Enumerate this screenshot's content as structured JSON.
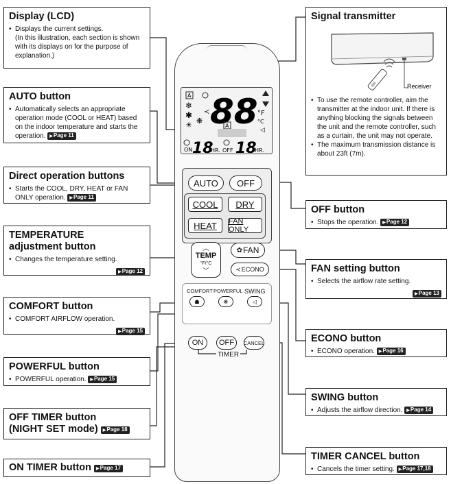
{
  "boxes": {
    "display": {
      "title": "Display (LCD)",
      "lines": [
        "Displays the current settings.\n(In this illustration, each section is shown with its displays on for the purpose of explanation.)"
      ]
    },
    "auto": {
      "title": "AUTO button",
      "text": "Automatically selects an appropriate operation mode (COOL or HEAT) based on the indoor temperature and starts the operation.",
      "page": "Page 11"
    },
    "direct": {
      "title": "Direct operation buttons",
      "text": "Starts the COOL, DRY, HEAT or FAN ONLY operation.",
      "page": "Page 11"
    },
    "temp": {
      "title_l1": "TEMPERATURE",
      "title_l2": "adjustment button",
      "text": "Changes the temperature setting.",
      "page": "Page 12"
    },
    "comfort": {
      "title": "COMFORT button",
      "text": "COMFORT AIRFLOW operation.",
      "page": "Page 15"
    },
    "powerful": {
      "title": "POWERFUL button",
      "text": "POWERFUL operation.",
      "page": "Page 15"
    },
    "offtimer": {
      "title_l1": "OFF TIMER button",
      "title_l2": "(NIGHT SET mode)",
      "page": "Page 18"
    },
    "ontimer": {
      "title": "ON TIMER button",
      "page": "Page 17"
    },
    "signal": {
      "title": "Signal transmitter",
      "receiver": "Receiver",
      "text1": "To use the remote controller, aim the transmitter at the indoor unit. If there is anything blocking the signals between the unit and the remote controller, such as a curtain, the unit may not operate.",
      "text2": "The maximum transmission distance is about 23ft (7m)."
    },
    "off": {
      "title": "OFF button",
      "text": "Stops the operation.",
      "page": "Page 12"
    },
    "fan": {
      "title": "FAN setting button",
      "text": "Selects the airflow rate setting.",
      "page": "Page 13"
    },
    "econo": {
      "title": "ECONO button",
      "text": "ECONO operation.",
      "page": "Page 16"
    },
    "swing": {
      "title": "SWING button",
      "text": "Adjusts the airflow direction.",
      "page": "Page 14"
    },
    "cancel": {
      "title": "TIMER CANCEL button",
      "text": "Cancels the timer setting.",
      "page": "Page 17,18"
    }
  },
  "remote": {
    "auto": "AUTO",
    "off": "OFF",
    "cool": "COOL",
    "dry": "DRY",
    "heat": "HEAT",
    "fanonly": "FAN ONLY",
    "temp": "TEMP",
    "tempunit": "°F/°C",
    "fan": "FAN",
    "econo": "ECONO",
    "comfort": "COMFORT",
    "powerful": "POWERFUL",
    "swing": "SWING",
    "on": "ON",
    "timeroff": "OFF",
    "cancel": "CANCEL",
    "timer": "TIMER",
    "lcd_digits": "88",
    "lcd_unit_f": "°F",
    "lcd_unit_c": "°C",
    "lcd_on": "ON",
    "lcd_hr1": "HR.",
    "lcd_off": "OFF",
    "lcd_hr2": "HR.",
    "lcd_timer_digits": "18"
  }
}
